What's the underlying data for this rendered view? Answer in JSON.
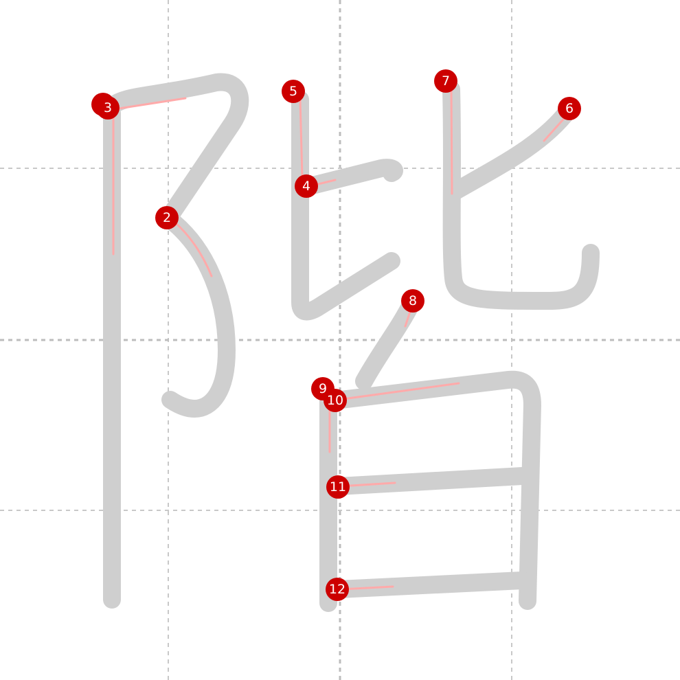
{
  "markers": [
    {
      "id": "1",
      "label": "1"
    },
    {
      "id": "2",
      "label": "2"
    },
    {
      "id": "3",
      "label": "3"
    },
    {
      "id": "4",
      "label": "4"
    },
    {
      "id": "5",
      "label": "5"
    },
    {
      "id": "6",
      "label": "6"
    },
    {
      "id": "7",
      "label": "7"
    },
    {
      "id": "8",
      "label": "8"
    },
    {
      "id": "9",
      "label": "9"
    },
    {
      "id": "10",
      "label": "10"
    },
    {
      "id": "11",
      "label": "11"
    },
    {
      "id": "12",
      "label": "12"
    }
  ],
  "colors": {
    "stroke": "#cfcfcf",
    "stroke_start": "#ffaaaa",
    "marker": "#cc0000",
    "marker_text": "#ffffff",
    "grid": "#c8c8c8"
  }
}
